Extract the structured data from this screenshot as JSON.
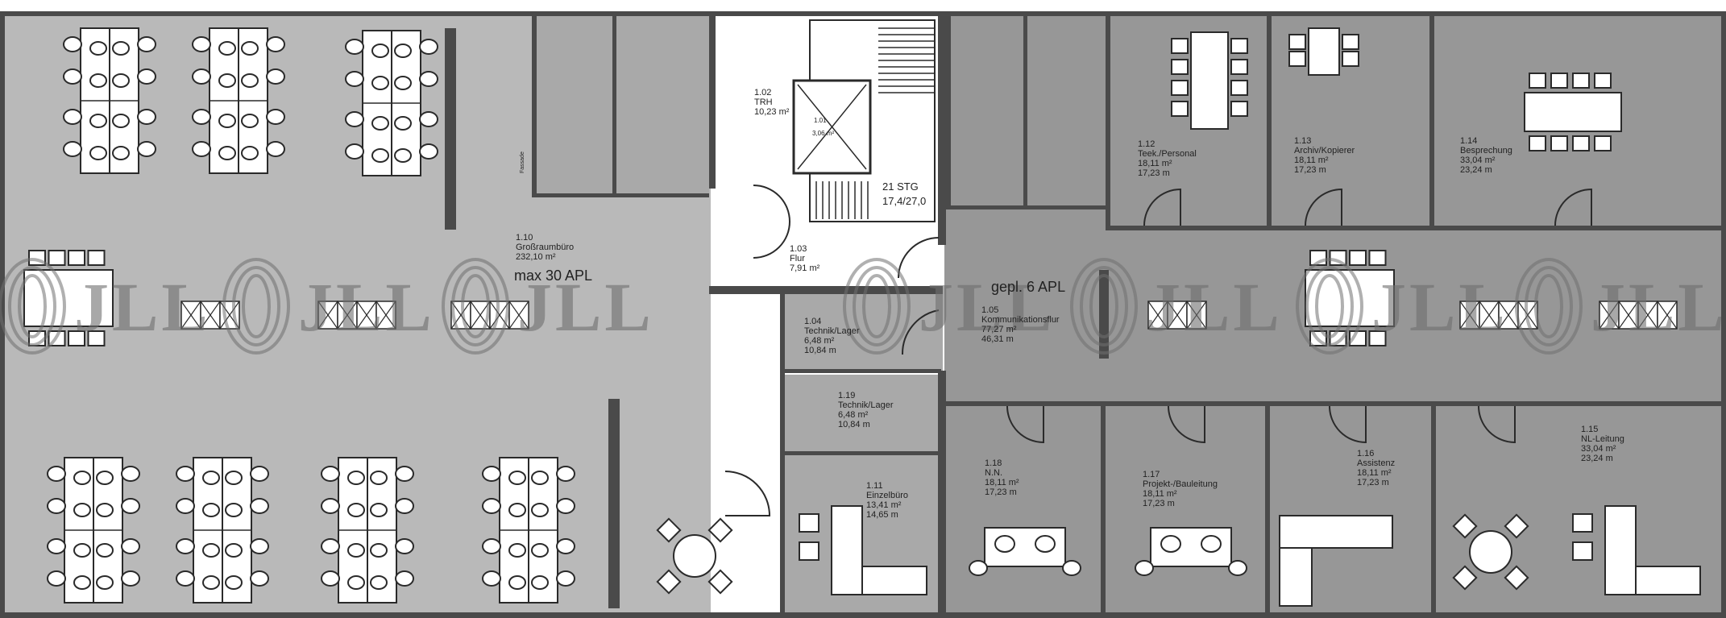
{
  "rooms": [
    {
      "id": "1.10",
      "name": "Großraumbüro",
      "area": "232,10 m²"
    },
    {
      "id": "1.02",
      "name": "TRH",
      "area": "10,23 m²"
    },
    {
      "id": "1.03",
      "name": "Flur",
      "area": "7,91 m²"
    },
    {
      "id": "1.04",
      "name": "Technik/Lager",
      "area": "6,48 m²",
      "perimeter": "10,84 m"
    },
    {
      "id": "1.19",
      "name": "Technik/Lager",
      "area": "6,48 m²",
      "perimeter": "10,84 m"
    },
    {
      "id": "1.11",
      "name": "Einzelbüro",
      "area": "13,41 m²",
      "perimeter": "14,65 m"
    },
    {
      "id": "1.05",
      "name": "Kommunikationsflur",
      "area": "77,27 m²",
      "perimeter": "46,31 m"
    },
    {
      "id": "1.12",
      "name": "Teek./Personal",
      "area": "18,11 m²",
      "perimeter": "17,23 m"
    },
    {
      "id": "1.13",
      "name": "Archiv/Kopierer",
      "area": "18,11 m²",
      "perimeter": "17,23 m"
    },
    {
      "id": "1.14",
      "name": "Besprechung",
      "area": "33,04 m²",
      "perimeter": "23,24 m"
    },
    {
      "id": "1.18",
      "name": "N.N.",
      "area": "18,11 m²",
      "perimeter": "17,23 m"
    },
    {
      "id": "1.17",
      "name": "Projekt-/Bauleitung",
      "area": "18,11 m²",
      "perimeter": "17,23 m"
    },
    {
      "id": "1.16",
      "name": "Assistenz",
      "area": "18,11 m²",
      "perimeter": "17,23 m"
    },
    {
      "id": "1.15",
      "name": "NL-Leitung",
      "area": "33,04 m²",
      "perimeter": "23,24 m"
    }
  ],
  "annotations": {
    "open_office_capacity": "max 30 APL",
    "east_capacity": "gepl. 6 APL",
    "stair_label": "21 STG",
    "stair_ratio": "17,4/27,0",
    "lift_code": "1.01",
    "lift_area": "3,06 m²",
    "small_mark": "Fassade"
  },
  "watermark": {
    "text": "JLL",
    "color": "#6f6f6f"
  },
  "colors": {
    "wall": "#4a4a4a",
    "office_dark": "#979797",
    "office_light": "#b9b9b9",
    "core": "#ffffff"
  }
}
